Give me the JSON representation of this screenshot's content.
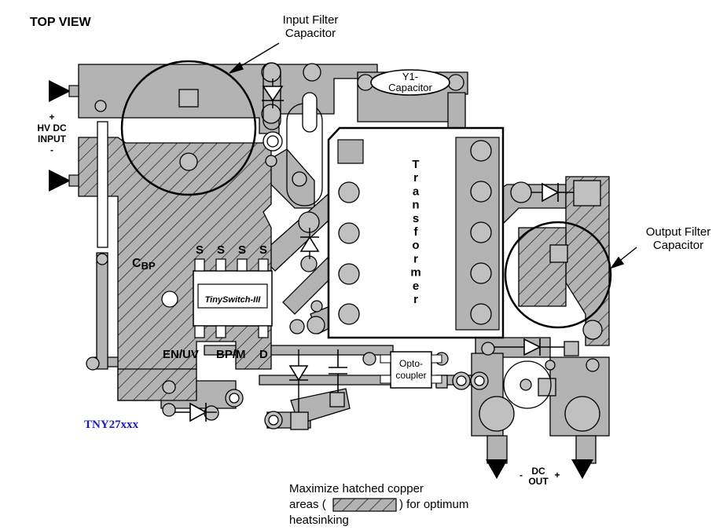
{
  "view_title": "TOP VIEW",
  "callouts": {
    "input_filter_cap": [
      "Input Filter",
      "Capacitor"
    ],
    "y1_cap": [
      "Y1-",
      "Capacitor"
    ],
    "output_filter_cap": [
      "Output Filter",
      "Capacitor"
    ]
  },
  "hv_input": {
    "plus": "+",
    "line1": "HV DC",
    "line2": "INPUT",
    "minus": "-"
  },
  "ic": {
    "name": "TinySwitch-III",
    "cbp": "C",
    "cbp_sub": "BP",
    "source_pins": [
      "S",
      "S",
      "S",
      "S"
    ],
    "pin_en": "EN/UV",
    "pin_bp": "BP/M",
    "pin_d": "D"
  },
  "transformer_letters": [
    "T",
    "r",
    "a",
    "n",
    "s",
    "f",
    "o",
    "r",
    "m",
    "e",
    "r"
  ],
  "optocoupler": [
    "Opto-",
    "coupler"
  ],
  "dc_out": {
    "minus": "-",
    "line1": "DC",
    "line2": "OUT",
    "plus": "+"
  },
  "part_number": "TNY27xxx",
  "note": {
    "line1": "Maximize hatched copper",
    "line2a": "areas (",
    "line2b": ") for optimum",
    "line3": "heatsinking"
  },
  "colors": {
    "copper": "#b3b3b3",
    "outline": "#000000",
    "part_number": "#1a1ac8"
  }
}
